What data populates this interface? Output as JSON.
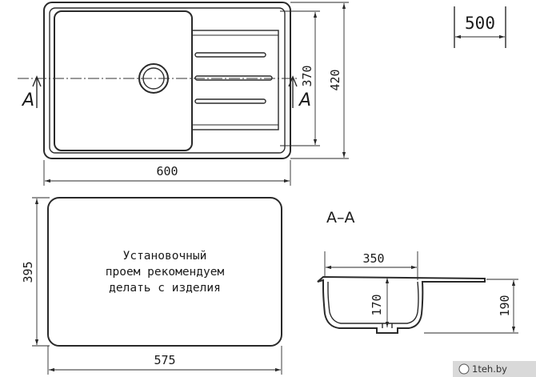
{
  "drawing": {
    "top_view": {
      "width_dim": "600",
      "height_dim": "420",
      "bowl_height_dim": "370",
      "section_marker_left": "A",
      "section_marker_right": "A"
    },
    "cabinet_box": {
      "label": "500"
    },
    "cutout": {
      "height_dim": "395",
      "width_dim": "575",
      "note_line1": "Установочный",
      "note_line2": "проем рекомендуем",
      "note_line3": "делать с изделия"
    },
    "section": {
      "title": "А–А",
      "bowl_width_dim": "350",
      "bowl_depth_dim": "170",
      "total_depth_dim": "190"
    },
    "watermark": {
      "text": "1teh.by"
    }
  }
}
